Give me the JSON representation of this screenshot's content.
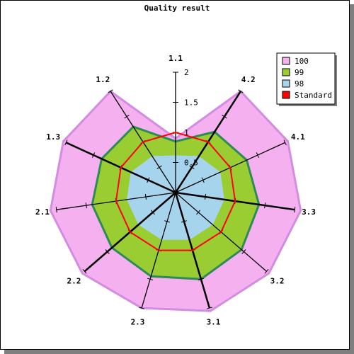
{
  "chart_data": {
    "type": "radar",
    "title": "Quality result",
    "axes": [
      "1.1",
      "4.2",
      "4.1",
      "3.3",
      "3.2",
      "3.1",
      "2.3",
      "2.2",
      "2.1",
      "1.3",
      "1.2"
    ],
    "ticks": [
      "0.5",
      "1",
      "1.5",
      "2"
    ],
    "rlim": [
      0,
      2
    ],
    "series": [
      {
        "name": "100",
        "color": "#F5B0F0",
        "stroke": "#D28CE0",
        "values": [
          0.9,
          2.0,
          2.05,
          2.1,
          2.05,
          2.05,
          2.0,
          2.05,
          2.1,
          2.05,
          2.0
        ]
      },
      {
        "name": "99",
        "color": "#9ACD32",
        "stroke": "#2E8B57",
        "values": [
          0.85,
          1.2,
          1.3,
          1.4,
          1.45,
          1.5,
          1.45,
          1.4,
          1.4,
          1.35,
          1.3
        ]
      },
      {
        "name": "98",
        "color": "#A6D4EC",
        "stroke": "#A6D4EC",
        "values": [
          0.6,
          0.7,
          0.8,
          0.8,
          0.8,
          0.8,
          0.8,
          0.8,
          0.8,
          0.8,
          0.7
        ]
      },
      {
        "name": "Standard",
        "color": "#FF0000",
        "stroke": "#FF0000",
        "values": [
          1,
          1,
          1,
          1,
          1,
          1,
          1,
          1,
          1,
          1,
          1
        ],
        "line_only": true
      }
    ],
    "legend_position": "top-right"
  }
}
